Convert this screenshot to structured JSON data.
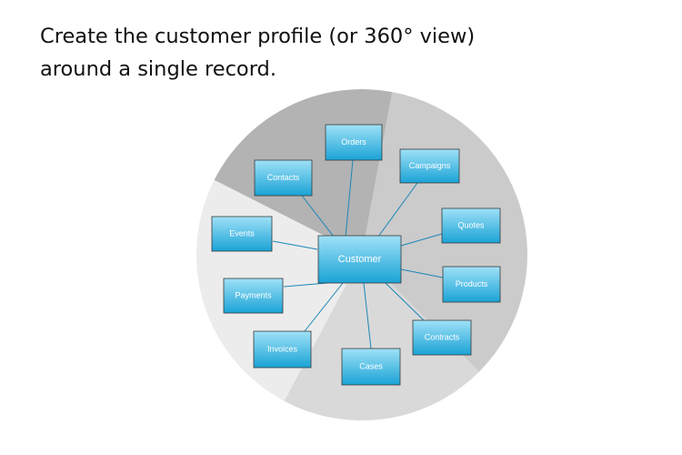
{
  "heading": {
    "line1": "Create the customer profile (or 360° view)",
    "line2": "around a single record."
  },
  "colors": {
    "wedge_dark": "#b3b3b3",
    "wedge_mid": "#cbcbcb",
    "wedge_light": "#d9d9d9",
    "wedge_lightest": "#ececec",
    "box_top": "#9fe1f7",
    "box_bottom": "#1aa3d6",
    "box_border": "#3a3a3a",
    "connector": "#1c86b8"
  },
  "diagram": {
    "hub": {
      "id": "customer",
      "label": "Customer"
    },
    "nodes": [
      {
        "id": "orders",
        "label": "Orders"
      },
      {
        "id": "campaigns",
        "label": "Campaigns"
      },
      {
        "id": "contacts",
        "label": "Contacts"
      },
      {
        "id": "quotes",
        "label": "Quotes"
      },
      {
        "id": "events",
        "label": "Events"
      },
      {
        "id": "products",
        "label": "Products"
      },
      {
        "id": "payments",
        "label": "Payments"
      },
      {
        "id": "contracts",
        "label": "Contracts"
      },
      {
        "id": "invoices",
        "label": "Invoices"
      },
      {
        "id": "cases",
        "label": "Cases"
      }
    ]
  }
}
